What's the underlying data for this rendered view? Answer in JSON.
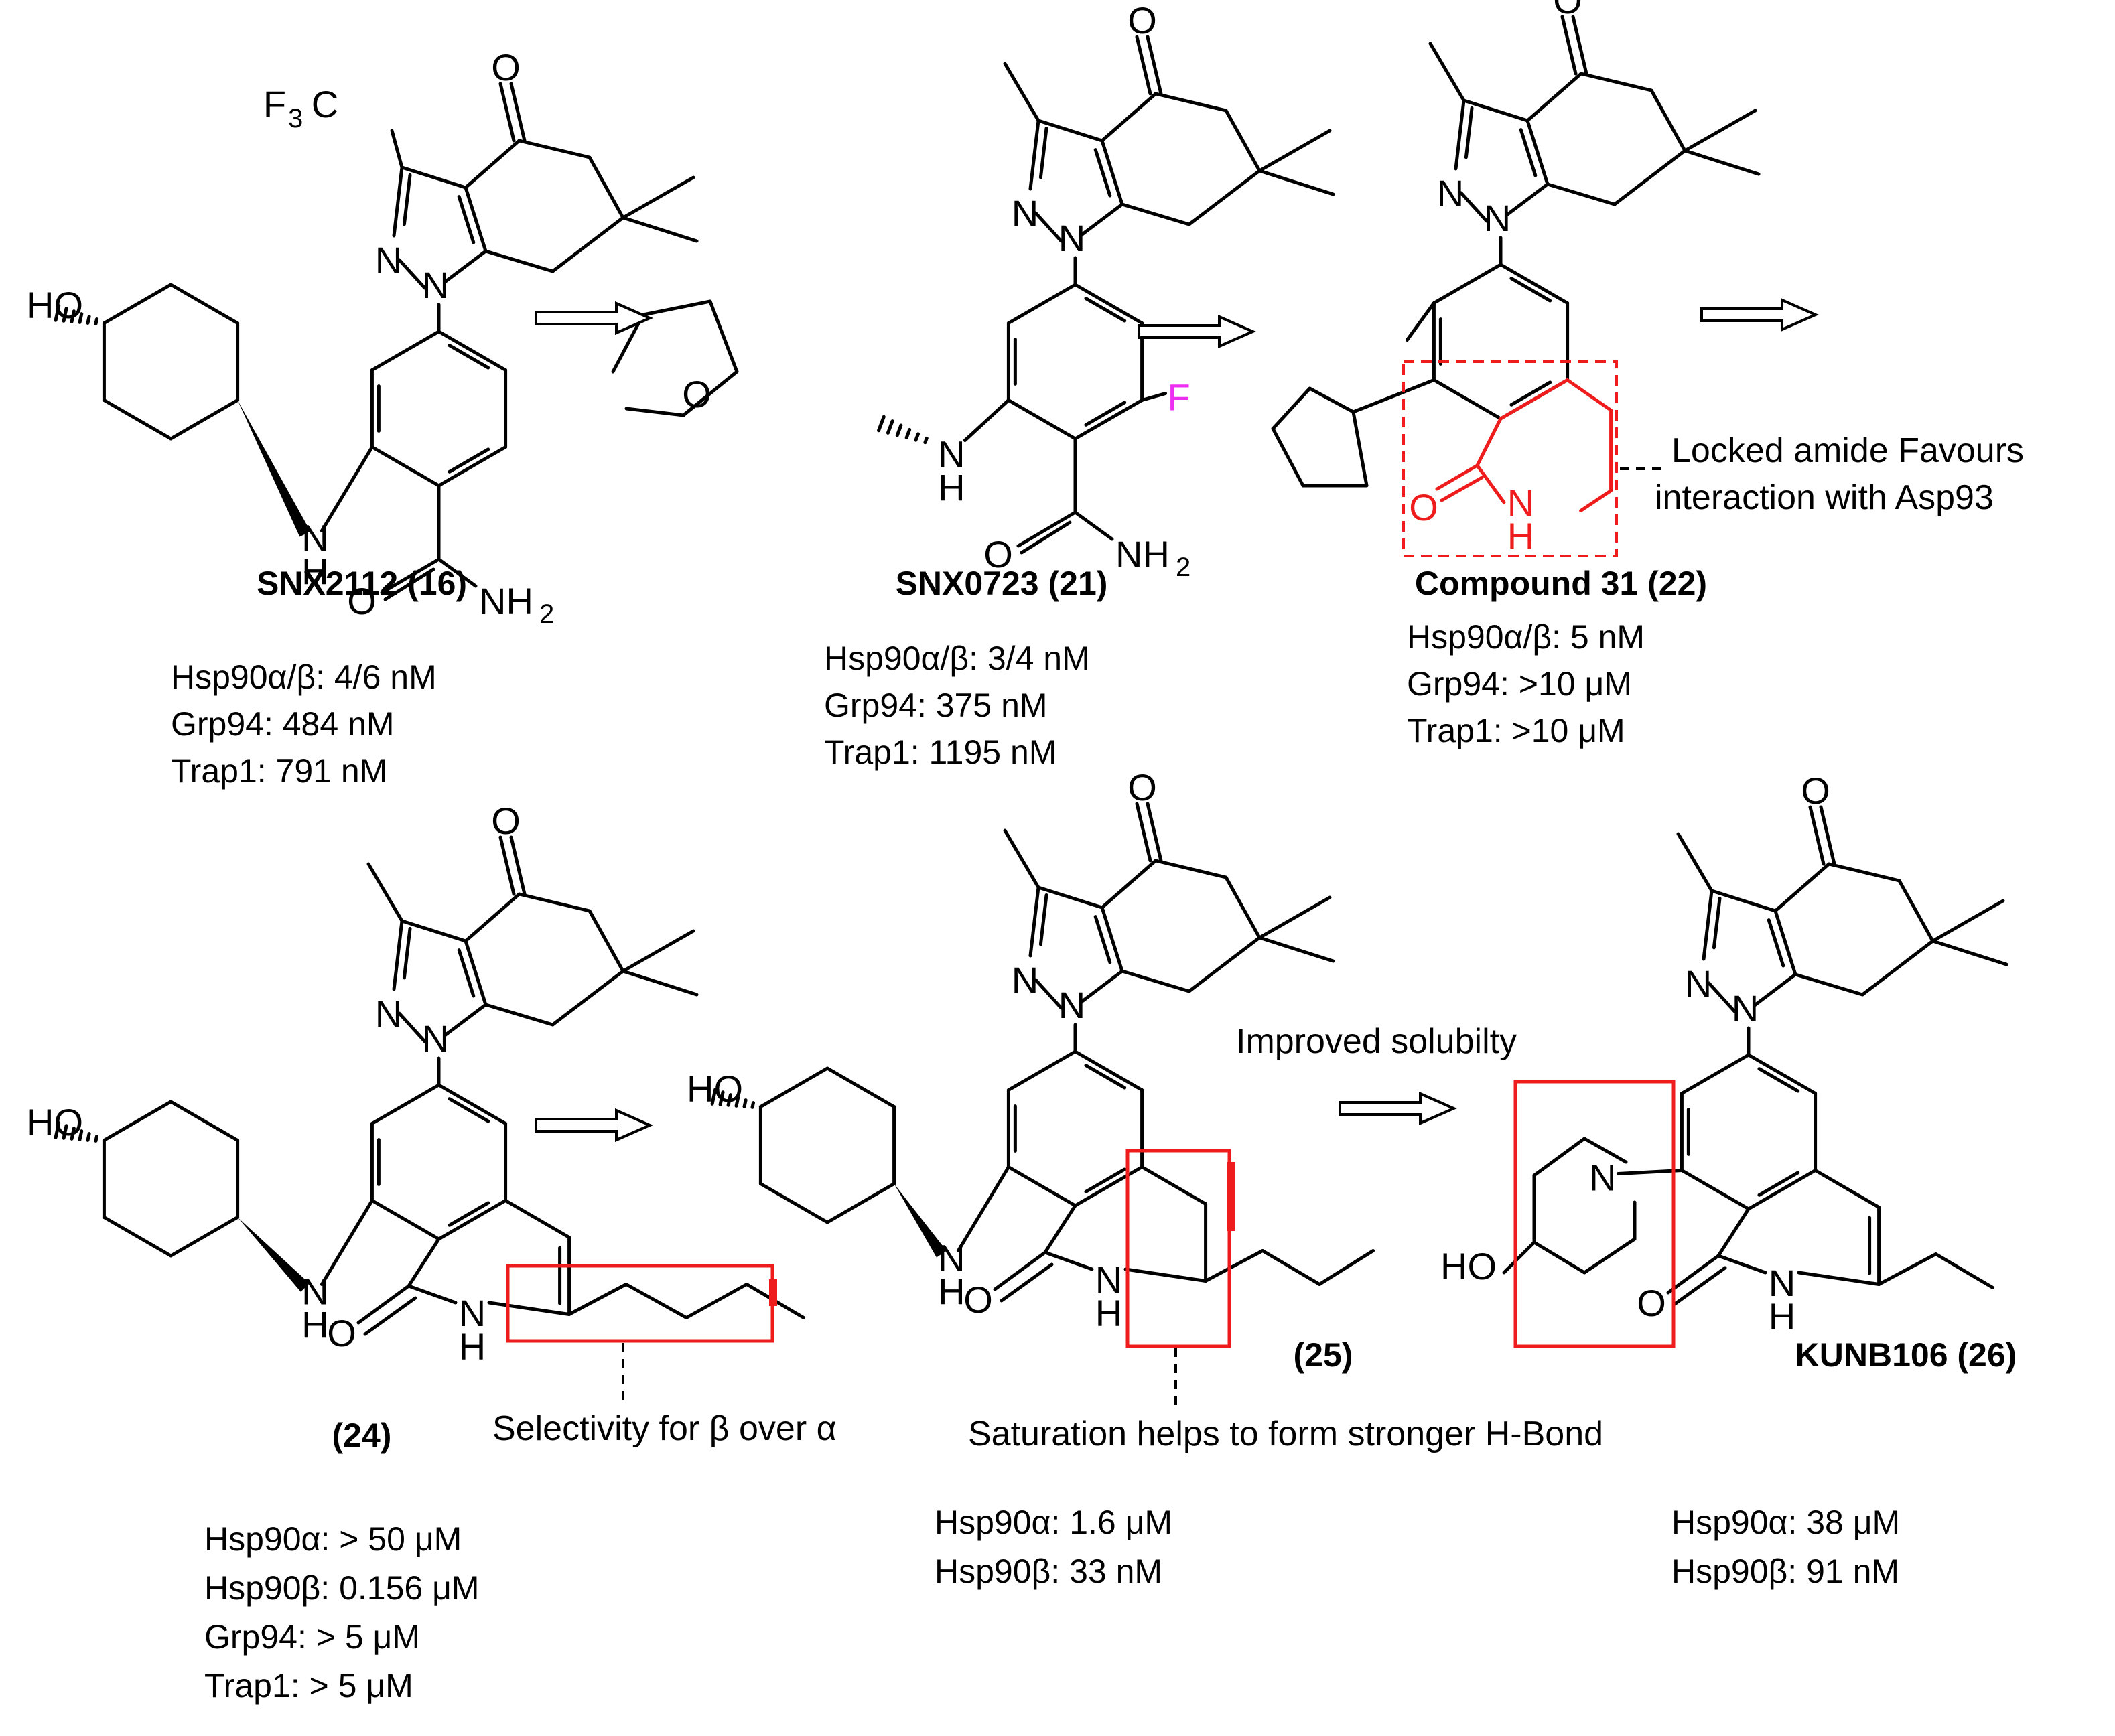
{
  "compounds": {
    "snx2112": {
      "name": "SNX2112 (16)",
      "activity": [
        "Hsp90α/β: 4/6 nM",
        "Grp94: 484 nM",
        "Trap1: 791 nM"
      ],
      "substituent": "F3C"
    },
    "snx0723": {
      "name": "SNX0723 (21)",
      "activity": [
        "Hsp90α/β:  3/4 nM",
        "Grp94:  375 nM",
        "Trap1:  1195 nM"
      ],
      "fluoro": "F"
    },
    "cpd31": {
      "name": "Compound 31 (22)",
      "activity": [
        "Hsp90α/β:  5 nM",
        "Grp94:  >10 μM",
        "Trap1: >10 μM"
      ],
      "annotation": [
        "Locked amide Favours",
        "interaction with Asp93"
      ]
    },
    "cpd24": {
      "name": "(24)",
      "activity": [
        "Hsp90α: > 50 μM",
        "Hsp90β: 0.156 μM",
        "Grp94: > 5 μM",
        "Trap1:  > 5 μM"
      ],
      "annotation": "Selectivity for β over α"
    },
    "cpd25": {
      "name": "(25)",
      "activity": [
        "Hsp90α: 1.6 μM",
        "Hsp90β: 33 nM"
      ],
      "annotation": "Saturation helps to form stronger H-Bond"
    },
    "kunb106": {
      "name": "KUNB106 (26)",
      "activity": [
        "Hsp90α: 38 μM",
        "Hsp90β: 91 nM"
      ],
      "annotation": "Improved solubilty"
    }
  },
  "atoms": {
    "o": "O",
    "n": "N",
    "h": "H",
    "nh": "NH",
    "ho": "HO",
    "nh2": "NH",
    "sub2": "2"
  },
  "colors": {
    "highlight": "#ee1c1c",
    "fluorine": "#ee2ef0",
    "line": "#000000"
  }
}
